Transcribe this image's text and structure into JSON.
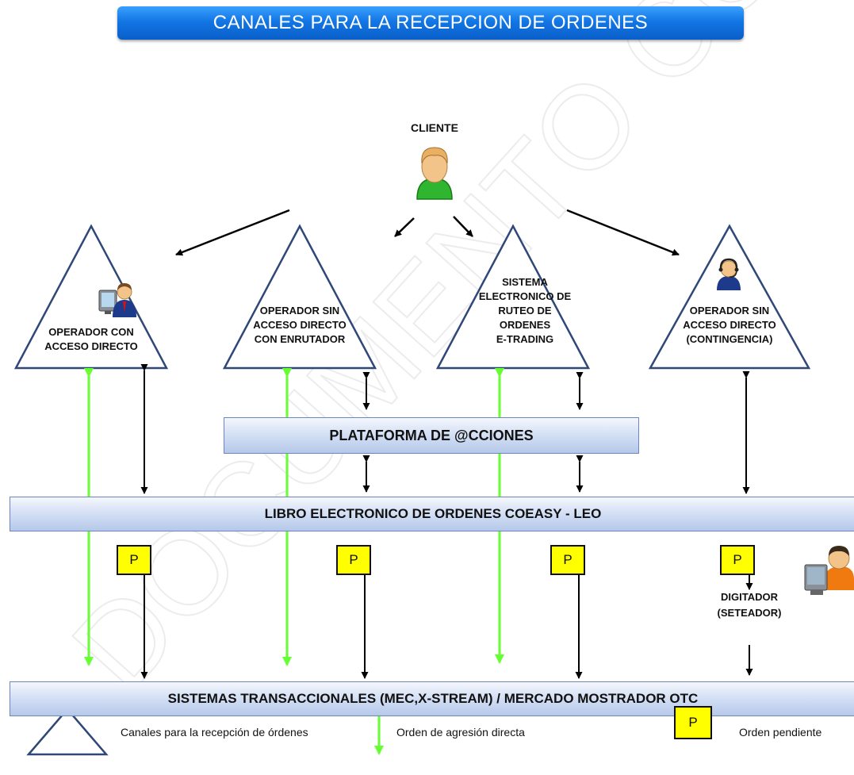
{
  "title": "CANALES PARA LA RECEPCION DE ORDENES",
  "watermark": "DOCUMENTO CONTROLADO",
  "client": {
    "label": "CLIENTE"
  },
  "triangles": [
    {
      "lines": [
        "OPERADOR CON",
        "ACCESO DIRECTO"
      ]
    },
    {
      "lines": [
        "OPERADOR SIN",
        "ACCESO DIRECTO",
        "CON ENRUTADOR"
      ]
    },
    {
      "lines": [
        "SISTEMA",
        "ELECTRONICO DE",
        "RUTEO DE",
        "ORDENES",
        "E-TRADING"
      ]
    },
    {
      "lines": [
        "OPERADOR SIN",
        "ACCESO DIRECTO",
        "(CONTINGENCIA)"
      ]
    }
  ],
  "bands": {
    "platform": "PLATAFORMA DE @CCIONES",
    "book": "LIBRO ELECTRONICO DE ORDENES COEASY - LEO",
    "systems": "SISTEMAS TRANSACCIONALES (MEC,X-STREAM) / MERCADO MOSTRADOR OTC"
  },
  "pending_label": "P",
  "digitador": [
    "DIGITADOR",
    "(SETEADOR)"
  ],
  "legend": {
    "channels": "Canales para la recepción de órdenes",
    "direct": "Orden de agresión directa",
    "pending": "Orden pendiente"
  },
  "colors": {
    "green_arrow": "#66ff33",
    "triangle_stroke": "#2f4878",
    "pending_fill": "#ffff00",
    "title_bar": "#1276e4"
  }
}
